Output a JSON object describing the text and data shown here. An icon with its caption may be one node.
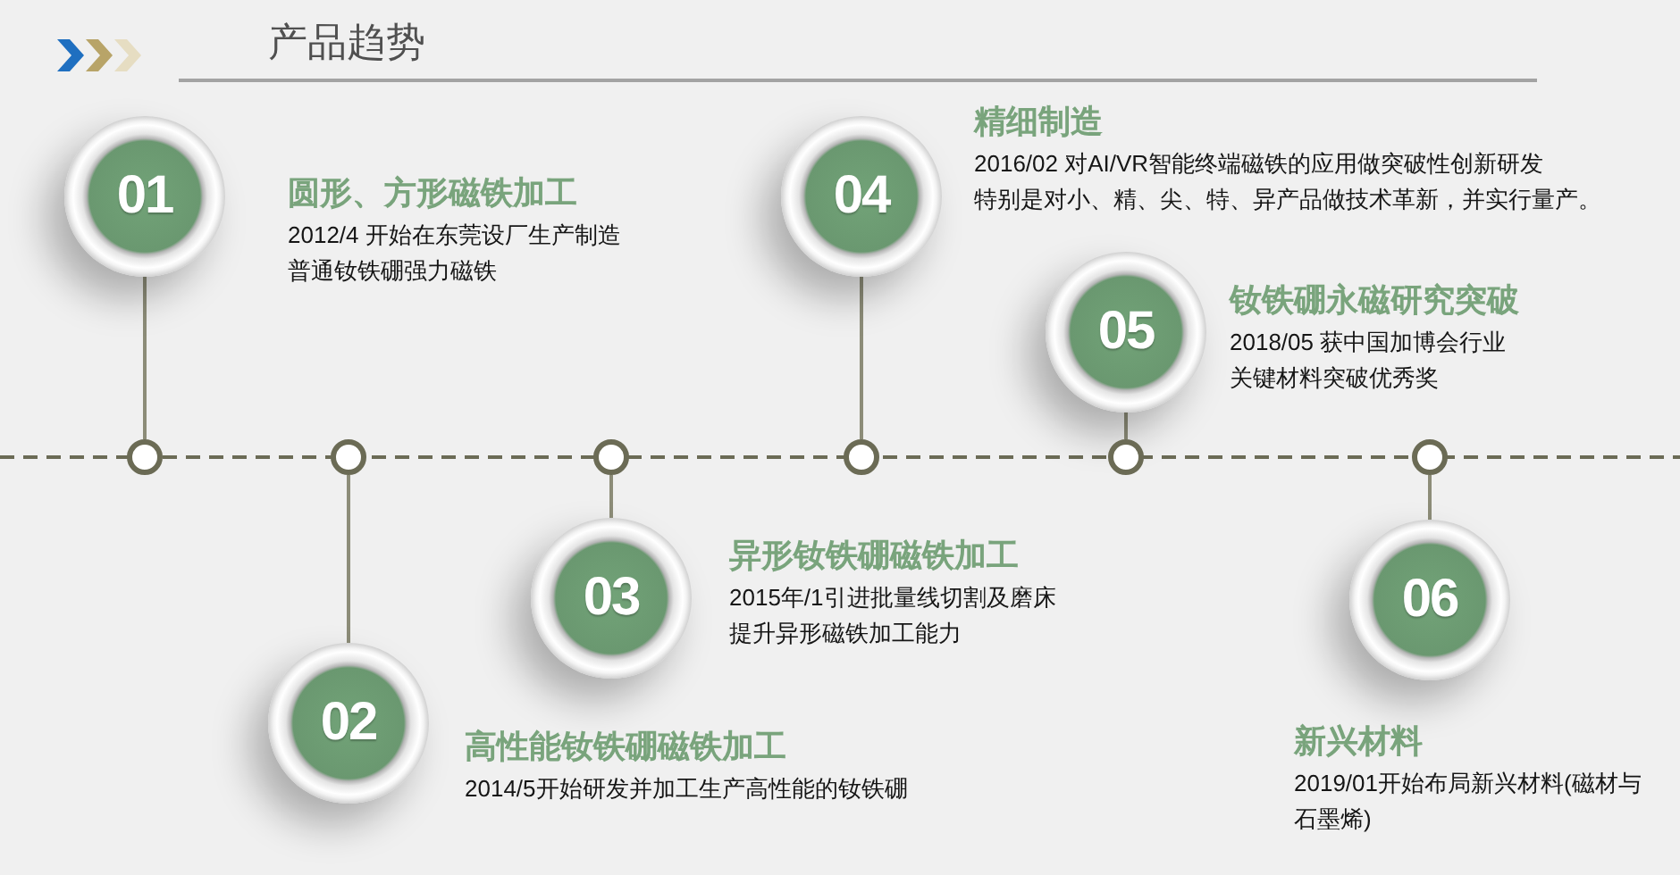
{
  "diagram": {
    "title": "产品趋势",
    "nodes": [
      {
        "text": [
          "01"
        ],
        "beside": [
          "圆形、方形磁铁加工",
          "2012/4 开始在东莞设厂生产制造普通钕铁硼强力磁铁"
        ]
      },
      {
        "text": [
          "02"
        ],
        "beside": [
          "高性能钕铁硼磁铁加工",
          "2014/5开始研发并加工生产高性能的钕铁硼"
        ]
      },
      {
        "text": [
          "03"
        ],
        "beside": [
          "异形钕铁硼磁铁加工",
          "2015年/1引进批量线切割及磨床提升异形磁铁加工能力"
        ]
      },
      {
        "text": [
          "04"
        ],
        "beside": [
          "精细制造",
          "2016/02 对AI/VR智能终端磁铁的应用做突破性创新研发",
          "特别是对小、精、尖、特、异产品做技术革新，并实行量产。"
        ]
      },
      {
        "text": [
          "05"
        ],
        "beside": [
          "钕铁硼永磁研究突破",
          "2018/05 获中国加博会行业关键材料突破优秀奖"
        ]
      },
      {
        "text": [
          "06"
        ],
        "beside": [
          "新兴材料",
          "2019/01开始布局新兴材料(磁材与石墨烯)"
        ]
      },
      {
        "text": [],
        "shape": "circle"
      },
      {
        "text": [],
        "shape": "circle"
      },
      {
        "text": [],
        "shape": "circle"
      },
      {
        "text": [],
        "shape": "circle"
      },
      {
        "text": [],
        "shape": "circle"
      },
      {
        "text": [],
        "shape": "circle"
      }
    ],
    "edges": [
      {
        "from": 0,
        "to": 6,
        "arrow": "none"
      },
      {
        "from": 1,
        "to": 7,
        "arrow": "none"
      },
      {
        "from": 2,
        "to": 8,
        "arrow": "none"
      },
      {
        "from": 3,
        "to": 9,
        "arrow": "none"
      },
      {
        "from": 4,
        "to": 10,
        "arrow": "none"
      },
      {
        "from": 5,
        "to": 11,
        "arrow": "none"
      }
    ]
  }
}
